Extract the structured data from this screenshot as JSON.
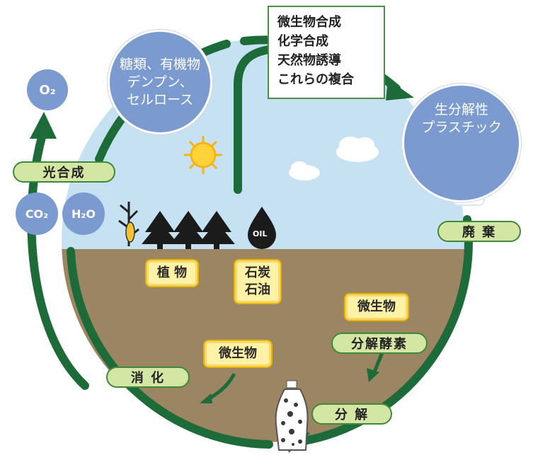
{
  "labels": {
    "o2": "O₂",
    "photosynthesis": "光合成",
    "co2": "CO₂",
    "h2o": "H₂O",
    "sugars": [
      "糖類、有機物",
      "デンプン、",
      "セルロース"
    ],
    "synthesis": [
      "微生物合成",
      "化学合成",
      "天然物誘導",
      "これらの複合"
    ],
    "bioplastic": [
      "生分解性",
      "プラスチック"
    ],
    "disposal": "廃 棄",
    "plants": "植 物",
    "coal_oil": [
      "石炭",
      "石油"
    ],
    "oil_drop": "OIL",
    "microbe_right": "微生物",
    "enzyme": "分解酵素",
    "microbe_left": "微生物",
    "digestion": "消 化",
    "decomposition": "分 解"
  },
  "colors": {
    "sky": "#c6e1f2",
    "soil": "#9b8562",
    "cycle_arrow": "#1e6b3a",
    "circle_blue": "#7b9ad0",
    "pill_fill": "#d3e6a4",
    "ybox_fill": "#fff2a6"
  },
  "icons": [
    "sun-icon",
    "cloud-icon",
    "corn-icon",
    "tree-icon",
    "oil-drop-icon",
    "bottle-icon",
    "crumpled-bottle-icon"
  ]
}
